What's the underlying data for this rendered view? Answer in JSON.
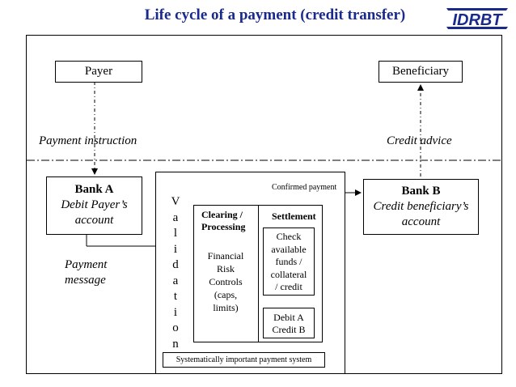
{
  "title": "Life cycle of a payment (credit transfer)",
  "logo_text": "IDRBT",
  "colors": {
    "title": "#1a2a8c",
    "logo": "#1a2a8c"
  },
  "payer": "Payer",
  "beneficiary": "Beneficiary",
  "payment_instruction": "Payment instruction",
  "credit_advice": "Credit advice",
  "bank_a": {
    "title": "Bank A",
    "line1": "Debit Payer’s",
    "line2": "account"
  },
  "bank_b": {
    "title": "Bank B",
    "line1": "Credit beneficiary’s",
    "line2": "account"
  },
  "payment_message": {
    "line1": "Payment",
    "line2": "message"
  },
  "validation_letters": [
    "V",
    "a",
    "l",
    "i",
    "d",
    "a",
    "t",
    "i",
    "o",
    "n"
  ],
  "confirmed_payment": "Confirmed payment",
  "clearing": {
    "line1": "Clearing /",
    "line2": "Processing"
  },
  "settlement": "Settlement",
  "risk": {
    "l1": "Financial",
    "l2": "Risk",
    "l3": "Controls",
    "l4": "(caps,",
    "l5": "limits)"
  },
  "check": {
    "l1": "Check",
    "l2": "available",
    "l3": "funds /",
    "l4": "collateral",
    "l5": "/ credit"
  },
  "debit_credit": {
    "l1": "Debit A",
    "l2": "Credit B"
  },
  "system_label": "Systematically important payment system"
}
